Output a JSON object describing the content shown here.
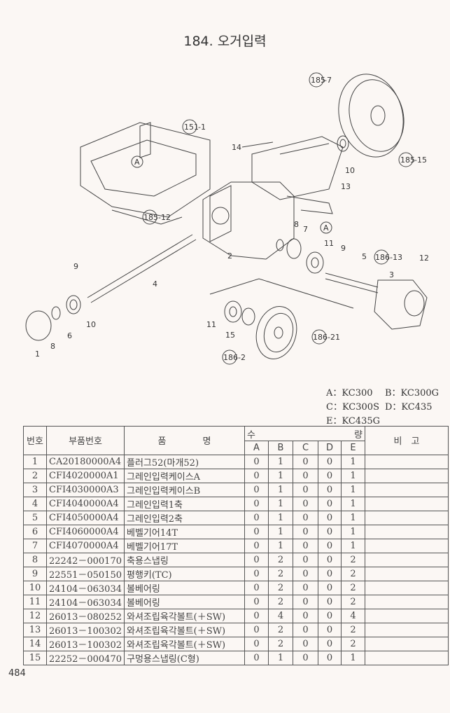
{
  "title": "184. 오거입력",
  "callouts": {
    "c185_7": "185",
    "c185_7s": "-7",
    "c151_1": "151",
    "c151_1s": "-1",
    "c14": "14",
    "c185_15": "185",
    "c185_15s": "-15",
    "c10a": "10",
    "c13": "13",
    "cA1": "A",
    "cA2": "A",
    "c185_12": "185",
    "c185_12s": "-12",
    "c8a": "8",
    "c7": "7",
    "c11a": "11",
    "c9a": "9",
    "c186_13": "186",
    "c186_13s": "-13",
    "c12": "12",
    "c2": "2",
    "c5": "5",
    "c3": "3",
    "c4": "4",
    "c9b": "9",
    "c10b": "10",
    "c6": "6",
    "c8b": "8",
    "c1": "1",
    "c11b": "11",
    "c15": "15",
    "c186_21": "186",
    "c186_21s": "-21",
    "c186_2": "186",
    "c186_2s": "-2"
  },
  "legend": [
    "A：KC300",
    "B：KC300G",
    "C：KC300S",
    "D：KC435",
    "E：KC435G"
  ],
  "table": {
    "headers": {
      "no": "번호",
      "part_no": "부품번호",
      "name": "품　　　　명",
      "qty_left": "수",
      "qty_right": "량",
      "remarks": "비　고",
      "models": [
        "A",
        "B",
        "C",
        "D",
        "E"
      ]
    },
    "rows": [
      {
        "no": "1",
        "part": "CA20180000A4",
        "name": "플러그52(마개52)",
        "q": [
          "0",
          "1",
          "0",
          "0",
          "1"
        ]
      },
      {
        "no": "2",
        "part": "CFI4020000A1",
        "name": "그레인입력케이스A",
        "q": [
          "0",
          "1",
          "0",
          "0",
          "1"
        ]
      },
      {
        "no": "3",
        "part": "CFI4030000A3",
        "name": "그레인입력케이스B",
        "q": [
          "0",
          "1",
          "0",
          "0",
          "1"
        ]
      },
      {
        "no": "4",
        "part": "CFI4040000A4",
        "name": "그레인입력1축",
        "q": [
          "0",
          "1",
          "0",
          "0",
          "1"
        ]
      },
      {
        "no": "5",
        "part": "CFI4050000A4",
        "name": "그레인입력2축",
        "q": [
          "0",
          "1",
          "0",
          "0",
          "1"
        ]
      },
      {
        "no": "6",
        "part": "CFI4060000A4",
        "name": "베벨기어14T",
        "q": [
          "0",
          "1",
          "0",
          "0",
          "1"
        ]
      },
      {
        "no": "7",
        "part": "CFI4070000A4",
        "name": "베벨기어17T",
        "q": [
          "0",
          "1",
          "0",
          "0",
          "1"
        ]
      },
      {
        "no": "8",
        "part": "22242－000170",
        "name": "축용스냅링",
        "q": [
          "0",
          "2",
          "0",
          "0",
          "2"
        ]
      },
      {
        "no": "9",
        "part": "22551－050150",
        "name": "평행키(TC)",
        "q": [
          "0",
          "2",
          "0",
          "0",
          "2"
        ]
      },
      {
        "no": "10",
        "part": "24104－063034",
        "name": "볼베어링",
        "q": [
          "0",
          "2",
          "0",
          "0",
          "2"
        ]
      },
      {
        "no": "11",
        "part": "24104－063034",
        "name": "볼베어링",
        "q": [
          "0",
          "2",
          "0",
          "0",
          "2"
        ]
      },
      {
        "no": "12",
        "part": "26013－080252",
        "name": "와셔조립육각볼트(＋SW)",
        "q": [
          "0",
          "4",
          "0",
          "0",
          "4"
        ]
      },
      {
        "no": "13",
        "part": "26013－100302",
        "name": "와셔조립육각볼트(＋SW)",
        "q": [
          "0",
          "2",
          "0",
          "0",
          "2"
        ]
      },
      {
        "no": "14",
        "part": "26013－100302",
        "name": "와셔조립육각볼트(＋SW)",
        "q": [
          "0",
          "2",
          "0",
          "0",
          "2"
        ]
      },
      {
        "no": "15",
        "part": "22252－000470",
        "name": "구멍용스냅링(C형)",
        "q": [
          "0",
          "1",
          "0",
          "0",
          "1"
        ]
      }
    ]
  },
  "page_number": "484"
}
